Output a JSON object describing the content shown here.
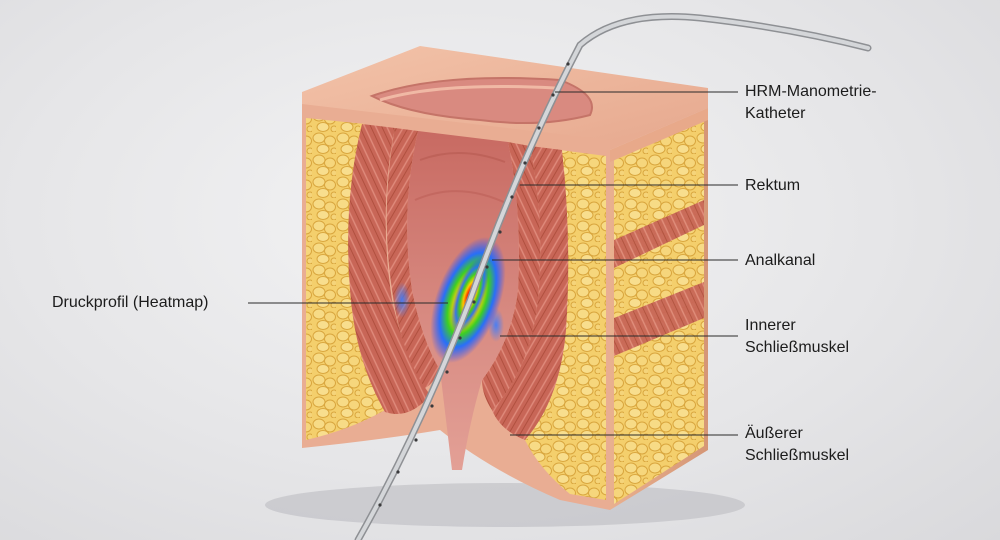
{
  "labels": {
    "catheter": "HRM-Manometrie-\nKatheter",
    "rectum": "Rektum",
    "anal_canal": "Analkanal",
    "internal_sphincter": "Innerer\nSchließmuskel",
    "external_sphincter": "Äußerer\nSchließmuskel",
    "pressure_profile": "Druckprofil (Heatmap)"
  },
  "colors": {
    "background": "#e4e4e6",
    "fat": "#f2c75e",
    "muscle": "#c96a5e",
    "mucosa": "#d9837a",
    "catheter": "#b5b7ba",
    "leader_line": "#2a2a2a"
  }
}
